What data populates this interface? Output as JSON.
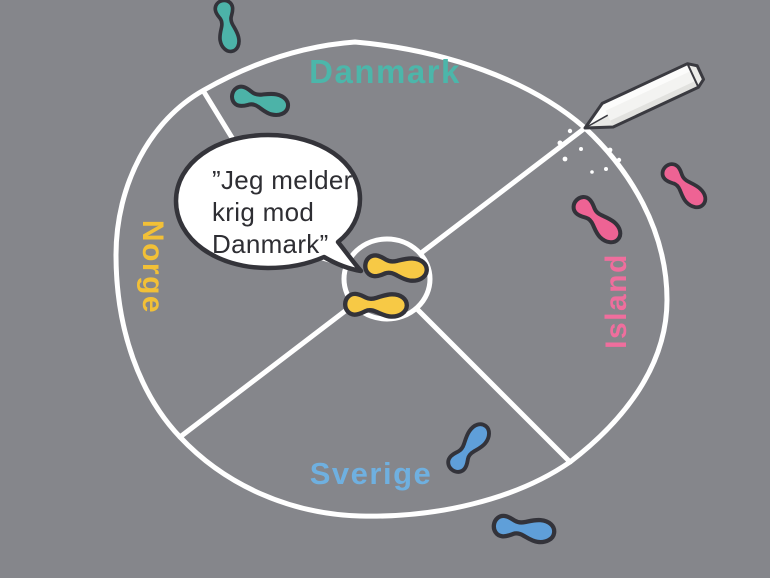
{
  "illustration_name": "chalk-circle-country-game",
  "speech_bubble": {
    "line1": "”Jeg melder",
    "line2": "krig mod",
    "line3": "Danmark”",
    "full_text": "”Jeg melder krig mod Danmark”"
  },
  "sectors": {
    "danmark": {
      "label": "Danmark",
      "color": "#4cb6aa",
      "position": "top"
    },
    "norge": {
      "label": "Norge",
      "color": "#f2c037",
      "position": "left"
    },
    "island": {
      "label": "Island",
      "color": "#ef6e9d",
      "position": "right"
    },
    "sverige": {
      "label": "Sverige",
      "color": "#6fb0e0",
      "position": "bottom"
    }
  },
  "footprints": [
    {
      "color_name": "teal",
      "hex": "#4cb3a8",
      "area": "Danmark sector / above circle",
      "count": 2
    },
    {
      "color_name": "yellow",
      "hex": "#f7c945",
      "area": "center circle",
      "count": 2
    },
    {
      "color_name": "pink",
      "hex": "#ee6394",
      "area": "Island sector / outside circle",
      "count": 2
    },
    {
      "color_name": "blue",
      "hex": "#5f9fd9",
      "area": "Sverige sector / outside circle",
      "count": 2
    }
  ],
  "icons": [
    {
      "name": "chalk-icon",
      "description": "white chalk stick drawing the circle"
    },
    {
      "name": "chalk-dust",
      "description": "white dust specks at chalk tip"
    },
    {
      "name": "footprint-icon",
      "description": "single shoe-sole footprint blob"
    },
    {
      "name": "speech-bubble",
      "description": "white speech bubble pointing at center"
    }
  ],
  "colors": {
    "background": "#85868b",
    "chalk_lines": "#ffffff",
    "dark_outline": "#35353b",
    "chalk_body": "#f3f3f1",
    "bubble_fill": "#ffffff",
    "bubble_text": "#2e2e33"
  }
}
